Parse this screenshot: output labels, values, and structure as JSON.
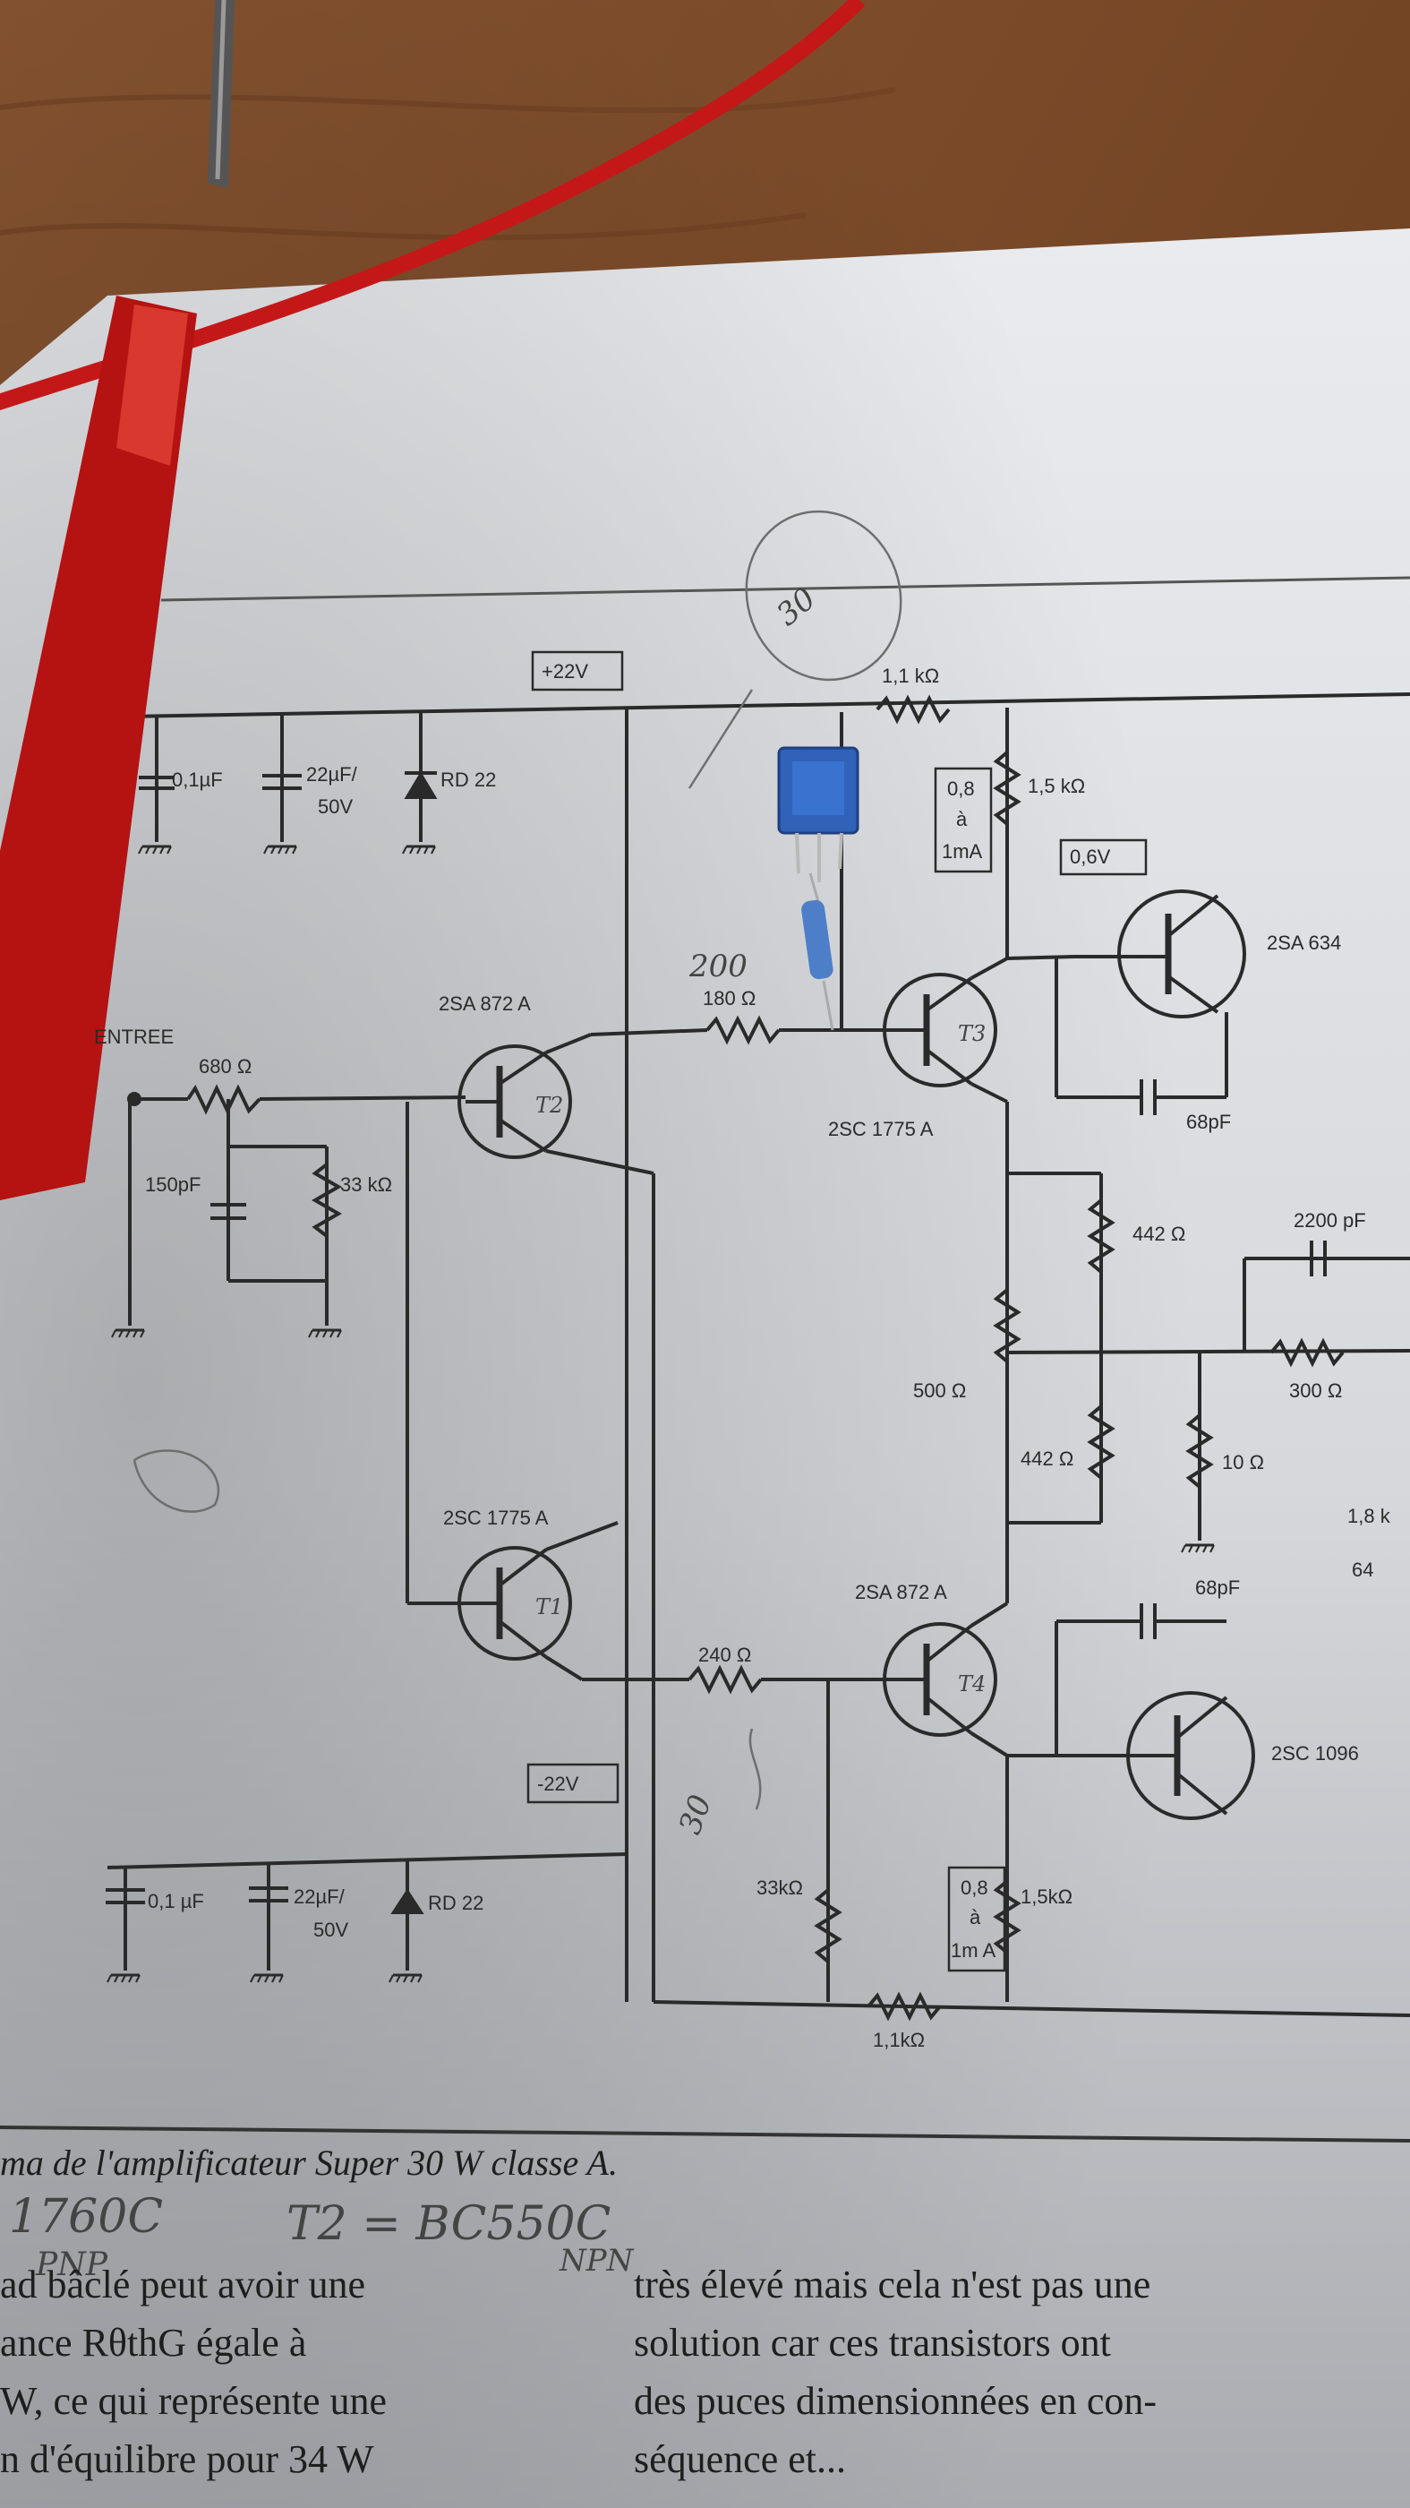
{
  "schematic": {
    "supply_pos": "+22V",
    "supply_neg": "-22V",
    "entree": "ENTREE",
    "labels": {
      "c_top_1": "0,1µF",
      "c_top_2": "22µF/",
      "c_top_2b": "50V",
      "z_top": "RD 22",
      "r_in": "680 Ω",
      "c_in": "150pF",
      "r_in2": "33 kΩ",
      "t2": "2SA 872 A",
      "r_base": "180 Ω",
      "r_top": "1,1 kΩ",
      "meter_top_1": "0,8",
      "meter_top_2": "à",
      "meter_top_3": "1mA",
      "r_top2": "1,5 kΩ",
      "v_06": "0,6V",
      "t_out_top": "2SA 634",
      "t3": "2SC 1775 A",
      "c_68": "68pF",
      "r_442a": "442 Ω",
      "c_2200": "2200 pF",
      "pot": "500 Ω",
      "r_300": "300 Ω",
      "r_442b": "442 Ω",
      "r_10": "10 Ω",
      "t1": "2SC 1775 A",
      "t4": "2SA 872 A",
      "c_68b": "68pF",
      "r_240": "240 Ω",
      "t_out_bot": "2SC 1096",
      "c_bot_1": "0,1 µF",
      "c_bot_2": "22µF/",
      "c_bot_2b": "50V",
      "z_bot": "RD 22",
      "r_33b": "33kΩ",
      "meter_bot_1": "0,8",
      "meter_bot_2": "à",
      "meter_bot_3": "1m A",
      "r_15b": "1,5kΩ",
      "r_11b": "1,1kΩ",
      "right_edge_1": "1,8 k",
      "right_edge_2": "64"
    },
    "handwritten": {
      "h_30a": "30",
      "h_200": "200",
      "h_30b": "30",
      "h_t1": "T1",
      "h_t2": "T2",
      "h_t3": "T3",
      "h_t4": "T4"
    }
  },
  "caption": "ma de l'amplificateur Super 30 W classe A.",
  "handnote_1": "1760C",
  "handnote_1b": "T2 = BC550C",
  "handnote_2": "PNP",
  "handnote_3": "NPN",
  "text_left": [
    "ad bâclé peut avoir une",
    "ance RθthG égale à",
    "W, ce qui représente une",
    "n d'équilibre pour 34 W"
  ],
  "text_right": [
    "très élevé mais cela n'est pas une",
    "solution car ces transistors ont",
    "des puces dimensionnées en con-",
    "séquence et..."
  ]
}
